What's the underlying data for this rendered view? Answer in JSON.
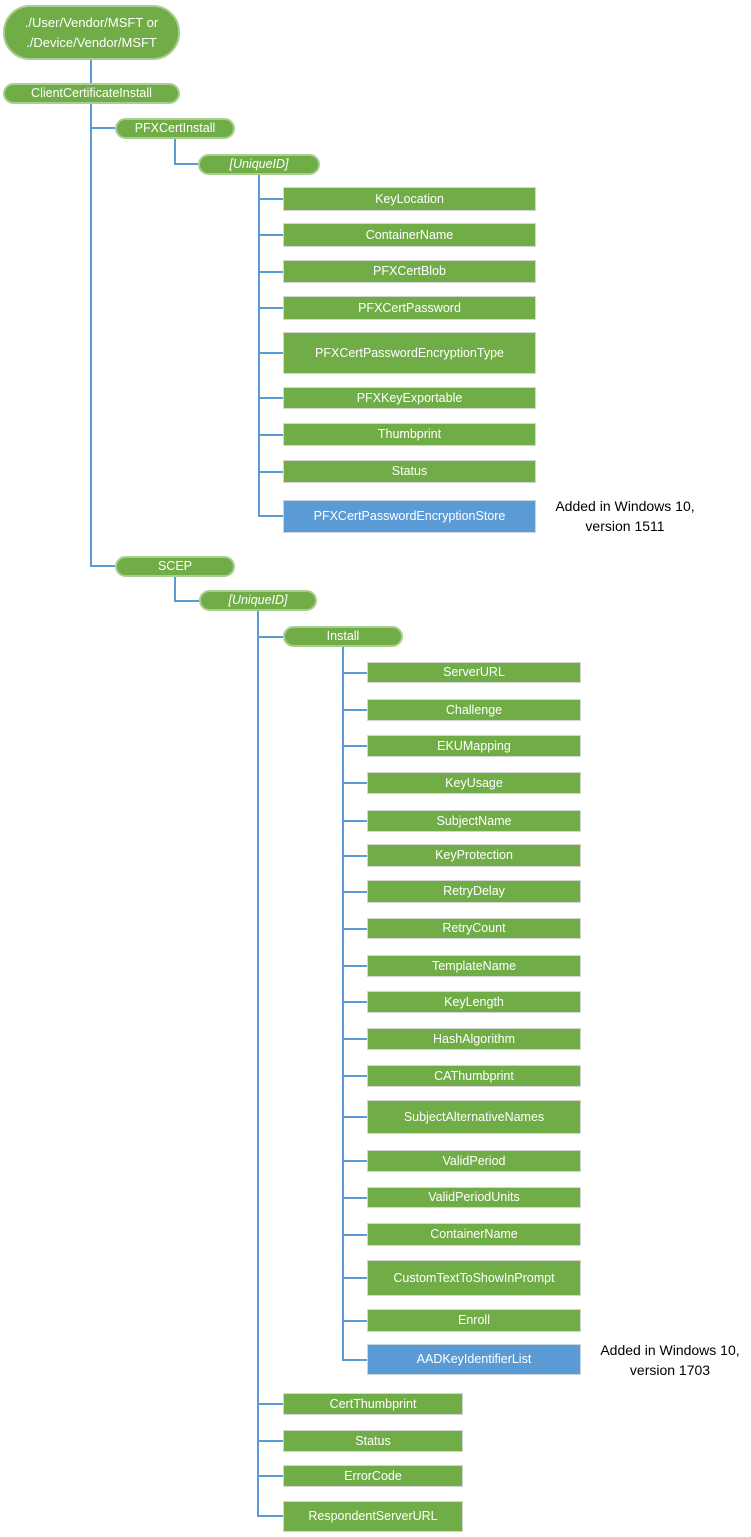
{
  "diagram": {
    "root": {
      "line1": "./User/Vendor/MSFT or",
      "line2": "./Device/Vendor/MSFT"
    },
    "client_certificate_install": "ClientCertificateInstall",
    "pfx": {
      "label": "PFXCertInstall",
      "unique_id": "[UniqueID]",
      "children": [
        "KeyLocation",
        "ContainerName",
        "PFXCertBlob",
        "PFXCertPassword",
        "PFXCertPasswordEncryptionType",
        "PFXKeyExportable",
        "Thumbprint",
        "Status",
        "PFXCertPasswordEncryptionStore"
      ]
    },
    "scep": {
      "label": "SCEP",
      "unique_id": "[UniqueID]",
      "install": {
        "label": "Install",
        "children": [
          "ServerURL",
          "Challenge",
          "EKUMapping",
          "KeyUsage",
          "SubjectName",
          "KeyProtection",
          "RetryDelay",
          "RetryCount",
          "TemplateName",
          "KeyLength",
          "HashAlgorithm",
          "CAThumbprint",
          "SubjectAlternativeNames",
          "ValidPeriod",
          "ValidPeriodUnits",
          "ContainerName",
          "CustomTextToShowInPrompt",
          "Enroll",
          "AADKeyIdentifierList"
        ]
      },
      "children": [
        "CertThumbprint",
        "Status",
        "ErrorCode",
        "RespondentServerURL"
      ]
    },
    "notes": {
      "note_1511": {
        "line1": "Added in Windows 10,",
        "line2": "version 1511"
      },
      "note_1703": {
        "line1": "Added in Windows 10,",
        "line2": "version 1703"
      }
    },
    "colors": {
      "green": "#70AD47",
      "blue": "#5B9BD5",
      "connector": "#5B9BD5"
    }
  }
}
